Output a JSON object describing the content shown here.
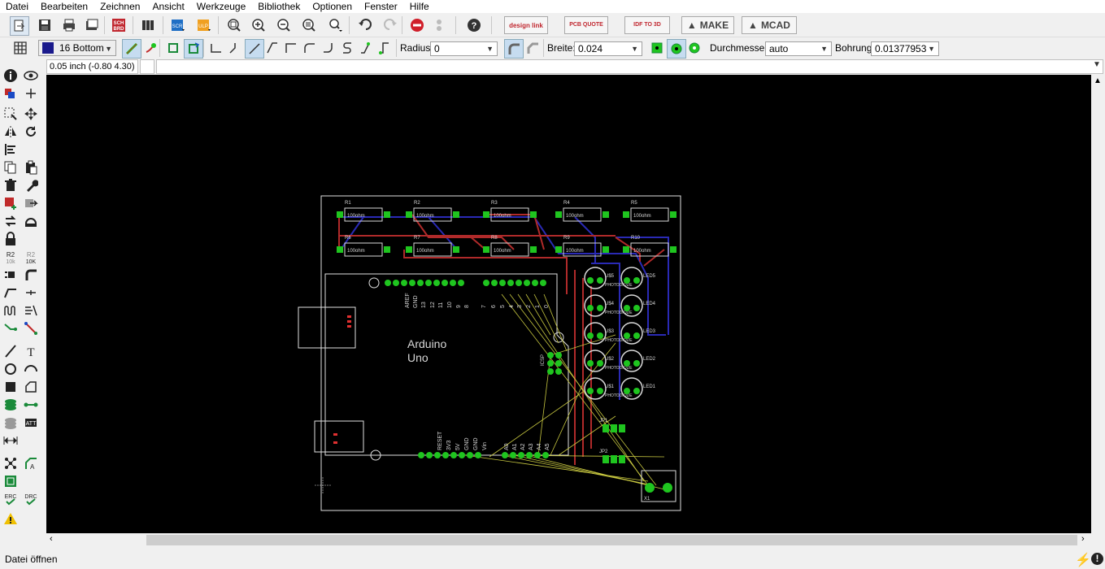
{
  "menu": [
    "Datei",
    "Bearbeiten",
    "Zeichnen",
    "Ansicht",
    "Werkzeuge",
    "Bibliothek",
    "Optionen",
    "Fenster",
    "Hilfe"
  ],
  "toolbar": {
    "sch_brd_label": "SCH\nBRD",
    "designlink_label": "design link",
    "pcb_quote_label": "PCB QUOTE",
    "idf_label": "IDF TO 3D",
    "make_label": "MAKE",
    "mcad_label": "MCAD"
  },
  "props": {
    "layer": "16 Bottom",
    "layer_color": "#1a1a8c",
    "radius_label": "Radius:",
    "radius_value": "0",
    "width_label": "Breite:",
    "width_value": "0.024",
    "diameter_label": "Durchmesser:",
    "diameter_value": "auto",
    "drill_label": "Bohrung:",
    "drill_value": "0.01377953"
  },
  "coord": "0.05 inch (-0.80 4.30)",
  "command": "",
  "left_tools": {
    "r2_label": "R2",
    "r2_sub": "10k",
    "r2b_label": "R2",
    "r2b_sub": "10K",
    "erc_label": "ERC",
    "drc_label": "DRC",
    "att_label": "ATT"
  },
  "board": {
    "resistor_names": [
      "R1",
      "R2",
      "R3",
      "R4",
      "R5",
      "R6",
      "R7",
      "R8",
      "R9",
      "R10"
    ],
    "resistor_value": "100ohm",
    "arduino_title": "Arduino",
    "arduino_subtitle": "Uno",
    "top_pin_labels": [
      "AREF",
      "GND",
      "13",
      "12",
      "11",
      "10",
      "9",
      "8",
      "7",
      "6",
      "5",
      "4",
      "3",
      "2",
      "1",
      "0"
    ],
    "bottom_pin_labels": [
      "RESET",
      "3V3",
      "5V",
      "GND",
      "GND",
      "Vin",
      "A0",
      "A1",
      "A2",
      "A3",
      "A4",
      "A5"
    ],
    "icsp_label": "ICSP",
    "photo_labels": [
      "U$5",
      "U$4",
      "U$3",
      "U$2",
      "U$1"
    ],
    "photo_sub": "PHOTODIODE",
    "led_labels": [
      "LED5",
      "LED4",
      "LED3",
      "LED2",
      "LED1"
    ],
    "jp_labels": [
      "JP1",
      "JP2"
    ],
    "x_label": "X1"
  },
  "status_text": "Datei öffnen",
  "colors": {
    "canvas": "#000000",
    "pad": "#1fc51f",
    "bottom_trace": "#2a2ab5",
    "top_trace": "#b02a2a",
    "airwire": "#c8c840",
    "outline": "#e0e0e0",
    "silk": "#d8d8d8"
  }
}
